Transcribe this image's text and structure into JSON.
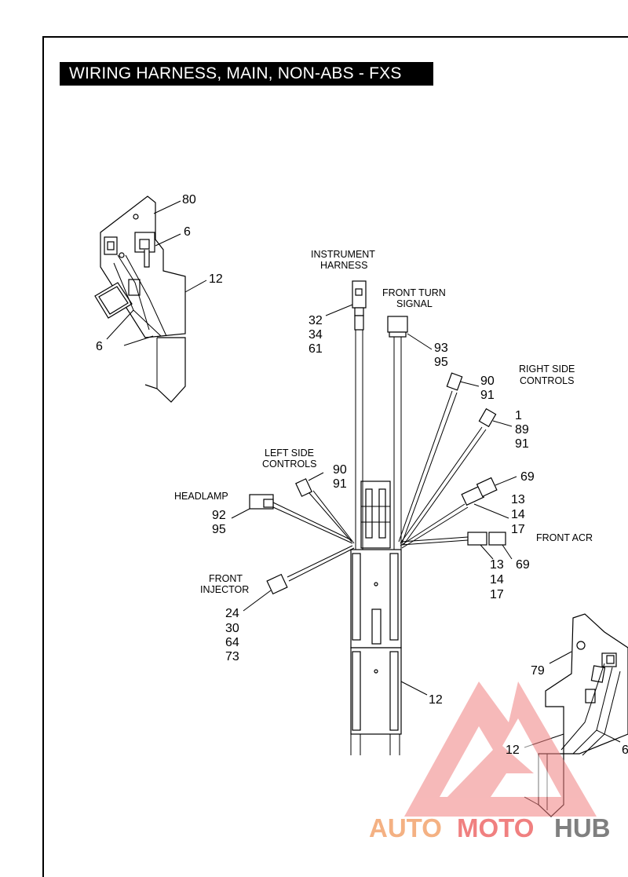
{
  "title": "WIRING HARNESS, MAIN, NON-ABS - FXS",
  "callouts": {
    "c80": "80",
    "c6a": "6",
    "c12a": "12",
    "c6b": "6",
    "instrument_harness": [
      "INSTRUMENT",
      "HARNESS"
    ],
    "instrument_refs": [
      "32",
      "34",
      "61"
    ],
    "front_turn_signal": [
      "FRONT TURN",
      "SIGNAL"
    ],
    "turn_refs": [
      "93",
      "95"
    ],
    "right_side_controls": [
      "RIGHT SIDE",
      "CONTROLS"
    ],
    "r9091": [
      "90",
      "91"
    ],
    "r18991": [
      "1",
      "89",
      "91"
    ],
    "left_side_controls": [
      "LEFT SIDE",
      "CONTROLS"
    ],
    "l9091": [
      "90",
      "91"
    ],
    "headlamp": "HEADLAMP",
    "headlamp_refs": [
      "92",
      "95"
    ],
    "c69a": "69",
    "r131417a": [
      "13",
      "14",
      "17"
    ],
    "front_acr": "FRONT ACR",
    "c69b": "69",
    "r131417b": [
      "13",
      "14",
      "17"
    ],
    "front_injector": [
      "FRONT",
      "INJECTOR"
    ],
    "injector_refs": [
      "24",
      "30",
      "64",
      "73"
    ],
    "c12b": "12",
    "c79": "79",
    "c12c": "12",
    "c6c": "6"
  },
  "watermark": {
    "part1": "AUTO",
    "part2": "MOTO",
    "part3": "HUB",
    "color_main": "#f4b183",
    "color_accent": "#f08080",
    "color_dark": "#7f7f7f"
  },
  "colors": {
    "ink": "#000000",
    "background": "#ffffff"
  }
}
